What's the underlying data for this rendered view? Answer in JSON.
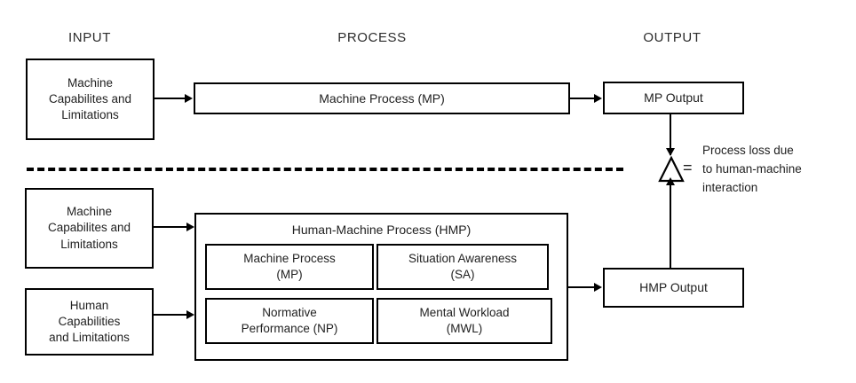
{
  "diagram": {
    "title_columns": [
      {
        "key": "input",
        "label": "INPUT"
      },
      {
        "key": "process",
        "label": "PROCESS"
      },
      {
        "key": "output",
        "label": "OUTPUT"
      }
    ],
    "top_row": {
      "input_box": "Machine\nCapabilites and\nLimitations",
      "process_box": "Machine Process (MP)",
      "output_box": "MP Output"
    },
    "bottom_row": {
      "input_box_machine": "Machine\nCapabilites and\nLimitations",
      "input_box_human": "Human\nCapabilities\nand Limitations",
      "hmp_title": "Human-Machine Process (HMP)",
      "hmp_components": [
        "Machine Process\n(MP)",
        "Situation Awareness\n(SA)",
        "Normative\nPerformance (NP)",
        "Mental Workload\n(MWL)"
      ],
      "output_box": "HMP Output"
    },
    "annotation": {
      "symbol": "delta-triangle",
      "equals": "=",
      "text": "Process loss due\nto human-machine\ninteraction"
    },
    "divider": {
      "style": "dashed",
      "name": "section-divider"
    },
    "colors": {
      "stroke": "#000000",
      "background": "#ffffff",
      "text": "#1f1f1f"
    }
  }
}
